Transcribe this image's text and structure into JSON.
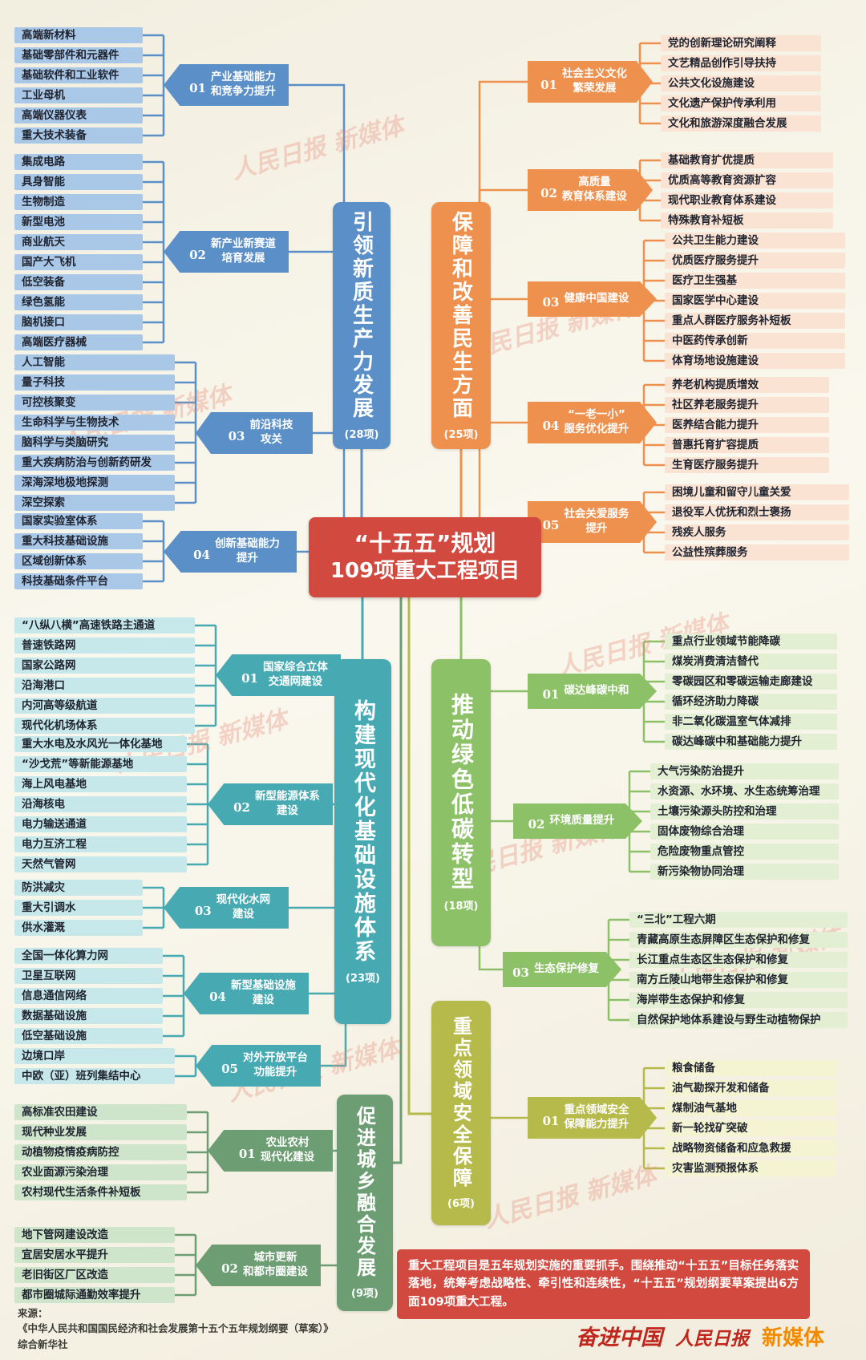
{
  "center": {
    "line1": "“十五五”规划",
    "line2": "109项重大工程项目"
  },
  "branches": [
    {
      "title": "引领新质生产力发展",
      "count": "(28项)",
      "color": "#5a8fc8",
      "groups": [
        {
          "num": "01",
          "label": "产业基础能力\n和竞争力提升",
          "items": [
            "高端新材料",
            "基础零部件和元器件",
            "基础软件和工业软件",
            "工业母机",
            "高端仪器仪表",
            "重大技术装备"
          ]
        },
        {
          "num": "02",
          "label": "新产业新赛道\n培育发展",
          "items": [
            "集成电路",
            "具身智能",
            "生物制造",
            "新型电池",
            "商业航天",
            "国产大飞机",
            "低空装备",
            "绿色氢能",
            "脑机接口",
            "高端医疗器械"
          ]
        },
        {
          "num": "03",
          "label": "前沿科技\n攻关",
          "items": [
            "人工智能",
            "量子科技",
            "可控核聚变",
            "生命科学与生物技术",
            "脑科学与类脑研究",
            "重大疾病防治与创新药研发",
            "深海深地极地探测",
            "深空探索"
          ]
        },
        {
          "num": "04",
          "label": "创新基础能力\n提升",
          "items": [
            "国家实验室体系",
            "重大科技基础设施",
            "区域创新体系",
            "科技基础条件平台"
          ]
        }
      ]
    },
    {
      "title": "保障和改善民生方面",
      "count": "(25项)",
      "color": "#ef914e",
      "groups": [
        {
          "num": "01",
          "label": "社会主义文化\n繁荣发展",
          "items": [
            "党的创新理论研究阐释",
            "文艺精品创作引导扶持",
            "公共文化设施建设",
            "文化遗产保护传承利用",
            "文化和旅游深度融合发展"
          ]
        },
        {
          "num": "02",
          "label": "高质量\n教育体系建设",
          "items": [
            "基础教育扩优提质",
            "优质高等教育资源扩容",
            "现代职业教育体系建设",
            "特殊教育补短板"
          ]
        },
        {
          "num": "03",
          "label": "健康中国建设",
          "items": [
            "公共卫生能力建设",
            "优质医疗服务提升",
            "医疗卫生强基",
            "国家医学中心建设",
            "重点人群医疗服务补短板",
            "中医药传承创新",
            "体育场地设施建设"
          ]
        },
        {
          "num": "04",
          "label": "“一老一小”\n服务优化提升",
          "items": [
            "养老机构提质增效",
            "社区养老服务提升",
            "医养结合能力提升",
            "普惠托育扩容提质",
            "生育医疗服务提升"
          ]
        },
        {
          "num": "05",
          "label": "社会关爱服务\n提升",
          "items": [
            "困境儿童和留守儿童关爱",
            "退役军人优抚和烈士褒扬",
            "残疾人服务",
            "公益性殡葬服务"
          ]
        }
      ]
    },
    {
      "title": "构建现代化基础设施体系",
      "count": "(23项)",
      "color": "#47aab2",
      "groups": [
        {
          "num": "01",
          "label": "国家综合立体\n交通网建设",
          "items": [
            "“八纵八横”高速铁路主通道",
            "普速铁路网",
            "国家公路网",
            "沿海港口",
            "内河高等级航道",
            "现代化机场体系"
          ]
        },
        {
          "num": "02",
          "label": "新型能源体系\n建设",
          "items": [
            "重大水电及水风光一体化基地",
            "“沙戈荒”等新能源基地",
            "海上风电基地",
            "沿海核电",
            "电力输送通道",
            "电力互济工程",
            "天然气管网"
          ]
        },
        {
          "num": "03",
          "label": "现代化水网\n建设",
          "items": [
            "防洪减灾",
            "重大引调水",
            "供水灌溉"
          ]
        },
        {
          "num": "04",
          "label": "新型基础设施\n建设",
          "items": [
            "全国一体化算力网",
            "卫星互联网",
            "信息通信网络",
            "数据基础设施",
            "低空基础设施"
          ]
        },
        {
          "num": "05",
          "label": "对外开放平台\n功能提升",
          "items": [
            "边境口岸",
            "中欧（亚）班列集结中心"
          ]
        }
      ]
    },
    {
      "title": "推动绿色低碳转型",
      "count": "(18项)",
      "color": "#8cc168",
      "groups": [
        {
          "num": "01",
          "label": "碳达峰碳中和",
          "items": [
            "重点行业领域节能降碳",
            "煤炭消费清洁替代",
            "零碳园区和零碳运输走廊建设",
            "循环经济助力降碳",
            "非二氧化碳温室气体减排",
            "碳达峰碳中和基础能力提升"
          ]
        },
        {
          "num": "02",
          "label": "环境质量提升",
          "items": [
            "大气污染防治提升",
            "水资源、水环境、水生态统筹治理",
            "土壤污染源头防控和治理",
            "固体废物综合治理",
            "危险废物重点管控",
            "新污染物协同治理"
          ]
        },
        {
          "num": "03",
          "label": "生态保护修复",
          "items": [
            "“三北”工程六期",
            "青藏高原生态屏障区生态保护和修复",
            "长江重点生态区生态保护和修复",
            "南方丘陵山地带生态保护和修复",
            "海岸带生态保护和修复",
            "自然保护地体系建设与野生动植物保护"
          ]
        }
      ]
    },
    {
      "title": "促进城乡融合发展",
      "count": "(9项)",
      "color": "#6d9e73",
      "groups": [
        {
          "num": "01",
          "label": "农业农村\n现代化建设",
          "items": [
            "高标准农田建设",
            "现代种业发展",
            "动植物疫情疫病防控",
            "农业面源污染治理",
            "农村现代生活条件补短板"
          ]
        },
        {
          "num": "02",
          "label": "城市更新\n和都市圈建设",
          "items": [
            "地下管网建设改造",
            "宜居安居水平提升",
            "老旧街区厂区改造",
            "都市圈城际通勤效率提升"
          ]
        }
      ]
    },
    {
      "title": "重点领域安全保障",
      "count": "(6项)",
      "color": "#b6ba4a",
      "groups": [
        {
          "num": "01",
          "label": "重点领域安全\n保障能力提升",
          "items": [
            "粮食储备",
            "油气勘探开发和储备",
            "煤制油气基地",
            "新一轮找矿突破",
            "战略物资储备和应急救援",
            "灾害监测预报体系"
          ]
        }
      ]
    }
  ],
  "note": "重大工程项目是五年规划实施的重要抓手。围绕推动“十五五”目标任务落实落地，统筹考虑战略性、牵引性和连续性，“十五五”规划纲要草案提出6方面109项重大工程。",
  "source": {
    "label": "来源：",
    "line1": "《中华人民共和国国民经济和社会发展第十五个五年规划纲要（草案）》",
    "line2": "综合新华社"
  },
  "footer": {
    "slogan": "奋进中国",
    "paper": "人民日报",
    "brand": "新媒体"
  },
  "watermark": "人民日报 新媒体"
}
